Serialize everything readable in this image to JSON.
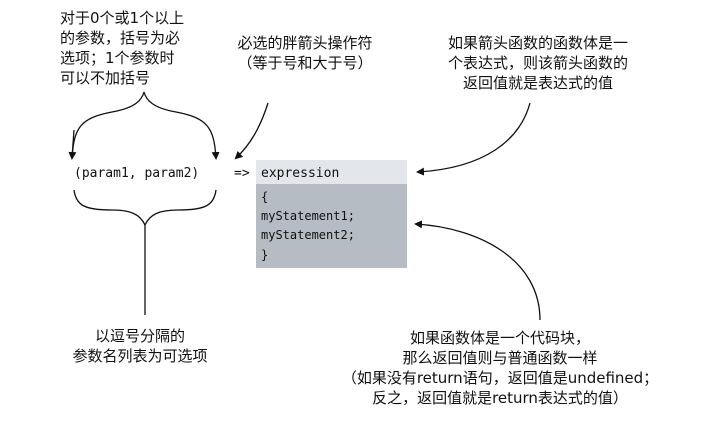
{
  "notes": {
    "optional_parens": [
      "对于0个或1个以上",
      "的参数，括号为必",
      "选项；1个参数时",
      "可以不加括号"
    ],
    "fat_arrow": [
      "必选的胖箭头操作符",
      "（等于号和大于号）"
    ],
    "expression_body": [
      "如果箭头函数的函数体是一",
      "个表达式，则该箭头函数的",
      "返回值就是表达式的值"
    ],
    "param_list": [
      "以逗号分隔的",
      "参数名列表为可选项"
    ],
    "block_body": [
      "如果函数体是一个代码块，",
      "那么返回值则与普通函数一样",
      "（如果没有return语句，返回值是undefined；",
      "反之，返回值就是return表达式的值）"
    ]
  },
  "code": {
    "params": "(param1, param2)",
    "arrow": "=>",
    "expression": "expression",
    "block_open": "{",
    "statement1": "myStatement1;",
    "statement2": "myStatement2;",
    "block_close": "}"
  },
  "colors": {
    "expression_bg": "#e3e6ea",
    "block_bg": "#b5bcc4"
  }
}
